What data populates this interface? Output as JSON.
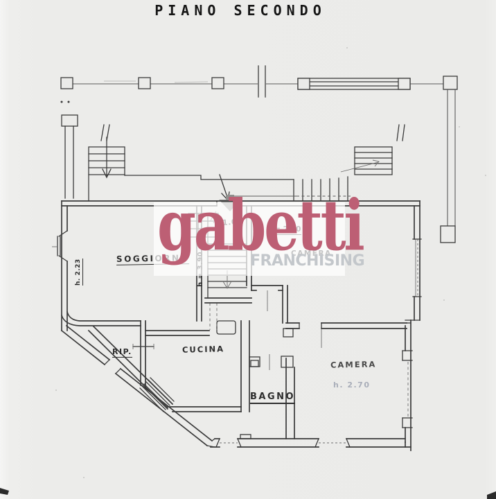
{
  "page": {
    "title": "PIANO SECONDO"
  },
  "watermark": {
    "brand": "gabetti",
    "subtitle": "FRANCHISING",
    "brand_color": "#bd5f74",
    "subtitle_color": "#c3c7cb"
  },
  "rooms": {
    "soggiorno": "SOGGIORNO",
    "cucina": "CUCINA",
    "rip": "RIP.",
    "bagno": "BAGNO",
    "camera_upper": "CAMERA",
    "camera_lower": "CAMERA"
  },
  "annotations": {
    "stair_width": "1.00",
    "height_left_wall": "h. 2.23",
    "height_stairwell": "h = 3.90",
    "height_camera_upper": "h = 2.70",
    "height_camera_lower": "h. 2.70"
  }
}
